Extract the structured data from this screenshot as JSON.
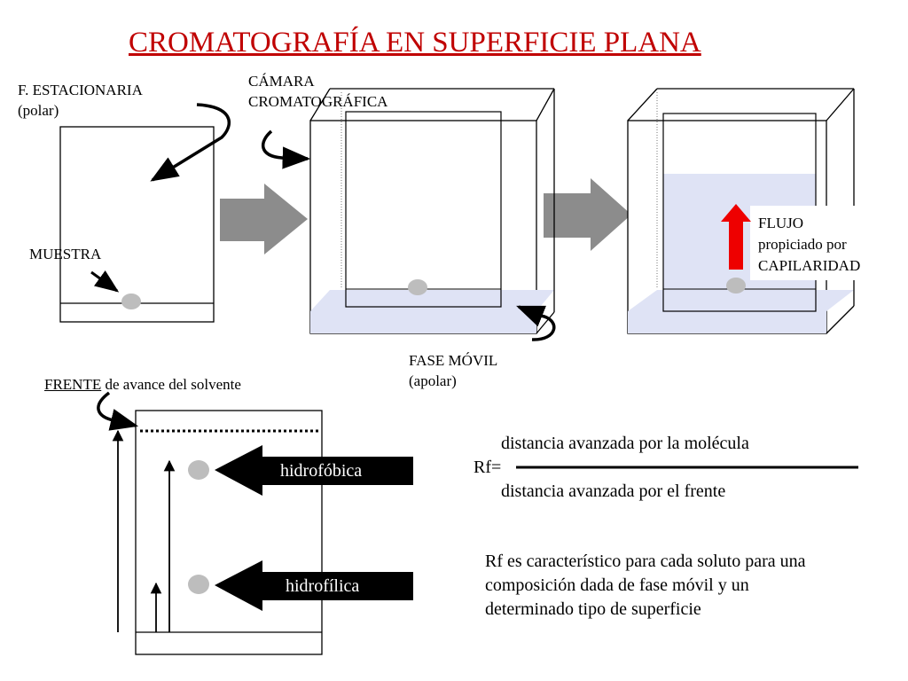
{
  "title": "CROMATOGRAFÍA EN SUPERFICIE PLANA",
  "labels": {
    "stationary_1": "F. ESTACIONARIA",
    "stationary_2": "(polar)",
    "chamber_1": "CÁMARA",
    "chamber_2": "CROMATOGRÁFICA",
    "sample": "MUESTRA",
    "mobile_1": "FASE MÓVIL",
    "mobile_2": "(apolar)",
    "flow_1": "FLUJO",
    "flow_2": "propiciado por",
    "flow_3": "CAPILARIDAD",
    "front_word": "FRENTE",
    "front_rest": " de avance del solvente",
    "hydrophobic": "hidrofóbica",
    "hydrophilic": "hidrofílica"
  },
  "formula": {
    "numerator": "distancia avanzada por la molécula",
    "lhs": "Rf=",
    "denominator": "distancia avanzada por el frente"
  },
  "note": {
    "line1": "Rf es característico para cada soluto para una",
    "line2": "composición dada de fase móvil y un",
    "line3": "determinado tipo de superficie"
  },
  "colors": {
    "title": "#c00000",
    "solvent": "#dfe3f5",
    "spot": "#bdbdbd",
    "process_arrow": "#8c8c8c",
    "flow_arrow": "#ee0000",
    "polarity_arrow": "#000000"
  }
}
